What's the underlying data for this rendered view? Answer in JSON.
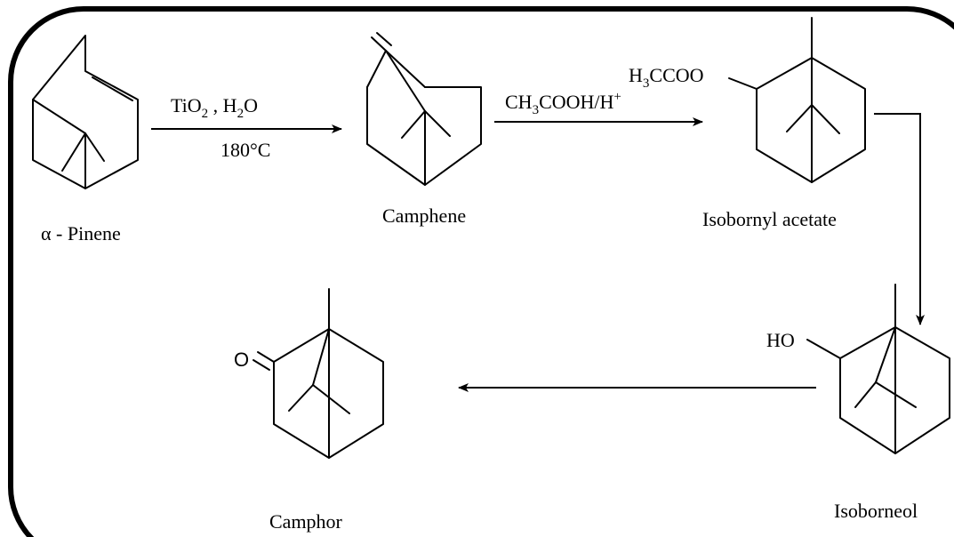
{
  "diagram": {
    "compounds": {
      "alpha_pinene": {
        "label": "α - Pinene"
      },
      "camphene": {
        "label": "Camphene"
      },
      "isobornyl_acetate": {
        "label": "Isobornyl acetate",
        "substituent": "H3CCOO"
      },
      "isoborneol": {
        "label": "Isoborneol",
        "substituent": "HO"
      },
      "camphor": {
        "label": "Camphor",
        "substituent": "O"
      }
    },
    "reactions": {
      "step1": {
        "reagent": "TiO2 , H2O",
        "condition": "180°C"
      },
      "step2": {
        "reagent": "CH3COOH/H+"
      }
    }
  }
}
